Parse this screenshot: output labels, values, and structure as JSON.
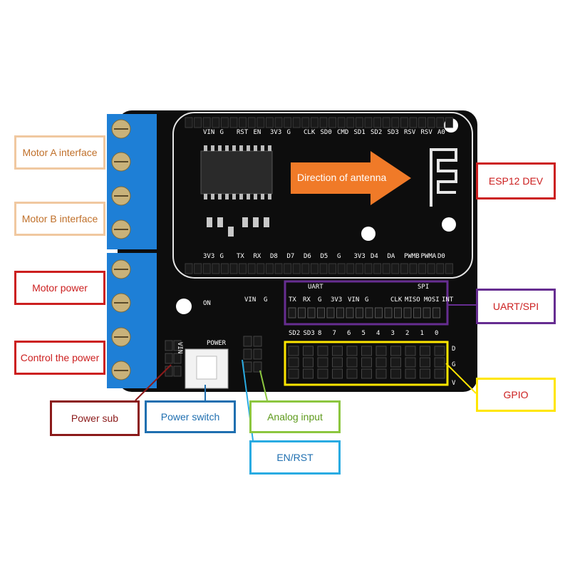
{
  "board": {
    "top_header_labels": [
      "VIN",
      "G",
      "RST",
      "EN",
      "3V3",
      "G",
      "CLK",
      "SD0",
      "CMD",
      "SD1",
      "SD2",
      "SD3",
      "RSV",
      "RSV",
      "A0"
    ],
    "mid_header_labels": [
      "3V3",
      "G",
      "TX",
      "RX",
      "D8",
      "D7",
      "D6",
      "D5",
      "G",
      "3V3",
      "D4",
      "DA",
      "PWMB",
      "PWMA",
      "D0"
    ],
    "on_label": "ON",
    "vin_label": "VIN",
    "g_label": "G",
    "uart_label": "UART",
    "spi_label": "SPI",
    "uart_pins": [
      "TX",
      "RX",
      "G",
      "3V3",
      "VIN",
      "G"
    ],
    "spi_pins": [
      "CLK",
      "MISO",
      "MOSI",
      "INT"
    ],
    "gpio_numbers": [
      "SD2",
      "SD3",
      "8",
      "7",
      "6",
      "5",
      "4",
      "3",
      "2",
      "1",
      "0"
    ],
    "power_label": "POWER",
    "vin_side": "VIN",
    "row_v": "V",
    "row_g": "G",
    "row_d": "D",
    "antenna_text": "Direction of antenna"
  },
  "callouts": [
    {
      "id": "motor-a-interface",
      "text": "Motor A interface",
      "color": "#f0c8a0",
      "text_color": "#c0702a"
    },
    {
      "id": "motor-b-interface",
      "text": "Motor B interface",
      "color": "#f0c8a0",
      "text_color": "#c0702a"
    },
    {
      "id": "motor-power",
      "text": "Motor power",
      "color": "#cc1f1f",
      "text_color": "#cc1f1f"
    },
    {
      "id": "control-the-power",
      "text": "Control the power",
      "color": "#cc1f1f",
      "text_color": "#cc1f1f"
    },
    {
      "id": "power-sub",
      "text": "Power sub",
      "color": "#8b1a1a",
      "text_color": "#8b1a1a"
    },
    {
      "id": "power-switch",
      "text": "Power switch",
      "color": "#1f6fb0",
      "text_color": "#1f6fb0"
    },
    {
      "id": "analog-input",
      "text": "Analog input",
      "color": "#8cc63f",
      "text_color": "#5e9a1c"
    },
    {
      "id": "en-rst",
      "text": "EN/RST",
      "color": "#29abe2",
      "text_color": "#1f6fb0"
    },
    {
      "id": "esp12-dev",
      "text": "ESP12 DEV",
      "color": "#cc1f1f",
      "text_color": "#cc1f1f"
    },
    {
      "id": "uart-spi",
      "text": "UART/SPI",
      "color": "#662d91",
      "text_color": "#cc1f1f"
    },
    {
      "id": "gpio",
      "text": "GPIO",
      "color": "#ffe600",
      "text_color": "#cc1f1f"
    }
  ],
  "colors": {
    "pcb": "#0d0d0d",
    "terminal_blue": "#1e7fd6",
    "antenna_arrow": "#f07a28",
    "uart_box": "#662d91",
    "gpio_box": "#ffe600"
  }
}
